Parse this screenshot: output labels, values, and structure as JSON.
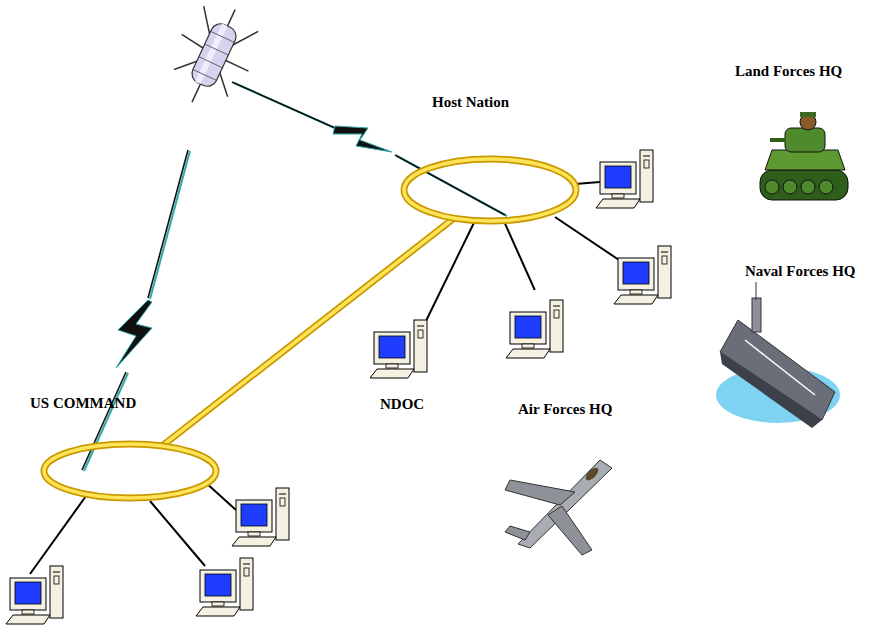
{
  "diagram": {
    "nodes": [
      {
        "text": [
          "Host Nation"
        ]
      },
      {
        "text": [
          "US COMMAND"
        ]
      },
      {
        "text": [
          "NDOC"
        ]
      },
      {
        "text": [
          "Air Forces HQ"
        ]
      }
    ],
    "edges": [
      {
        "from": 1,
        "to": 0,
        "arrow": "none"
      },
      {
        "from": 0,
        "to": 2,
        "arrow": "none"
      },
      {
        "from": 0,
        "to": 3,
        "arrow": "none"
      }
    ],
    "labels": [
      "Land Forces HQ",
      "Naval Forces HQ"
    ]
  }
}
